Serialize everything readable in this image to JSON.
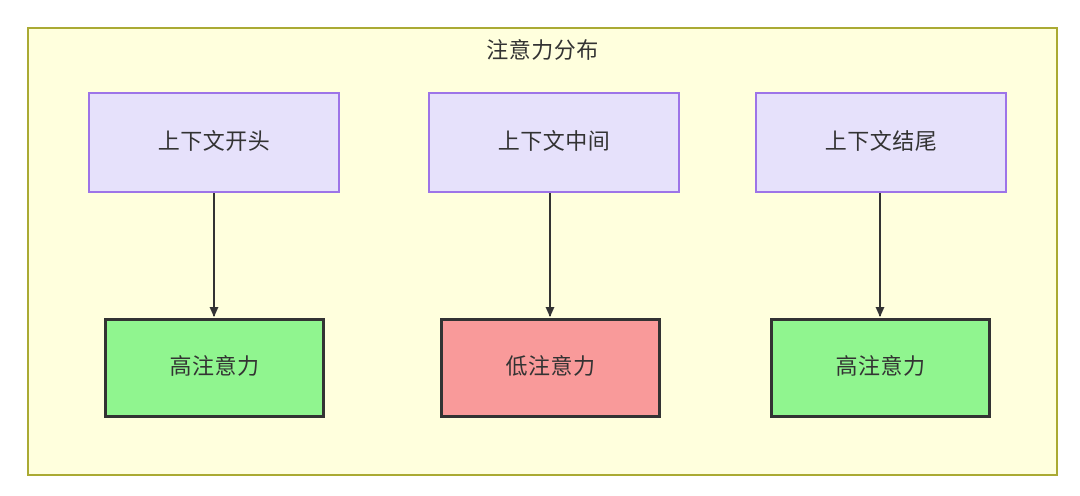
{
  "diagram": {
    "title": "注意力分布",
    "background_color": "#ffffdd",
    "border_color": "#aaaa33",
    "context_nodes": [
      {
        "label": "上下文开头",
        "fill": "#e6e1fb",
        "stroke": "#9d74e8"
      },
      {
        "label": "上下文中间",
        "fill": "#e6e1fb",
        "stroke": "#9d74e8"
      },
      {
        "label": "上下文结尾",
        "fill": "#e6e1fb",
        "stroke": "#9d74e8"
      }
    ],
    "attention_nodes": [
      {
        "label": "高注意力",
        "fill": "#90f58f",
        "stroke": "#333333",
        "level": "high"
      },
      {
        "label": "低注意力",
        "fill": "#f99a9a",
        "stroke": "#333333",
        "level": "low"
      },
      {
        "label": "高注意力",
        "fill": "#90f58f",
        "stroke": "#333333",
        "level": "high"
      }
    ],
    "edges": [
      {
        "from": "上下文开头",
        "to": "高注意力",
        "color": "#333333",
        "arrow": "filled-triangle"
      },
      {
        "from": "上下文中间",
        "to": "低注意力",
        "color": "#333333",
        "arrow": "filled-triangle"
      },
      {
        "from": "上下文结尾",
        "to": "高注意力",
        "color": "#333333",
        "arrow": "filled-triangle"
      }
    ]
  }
}
